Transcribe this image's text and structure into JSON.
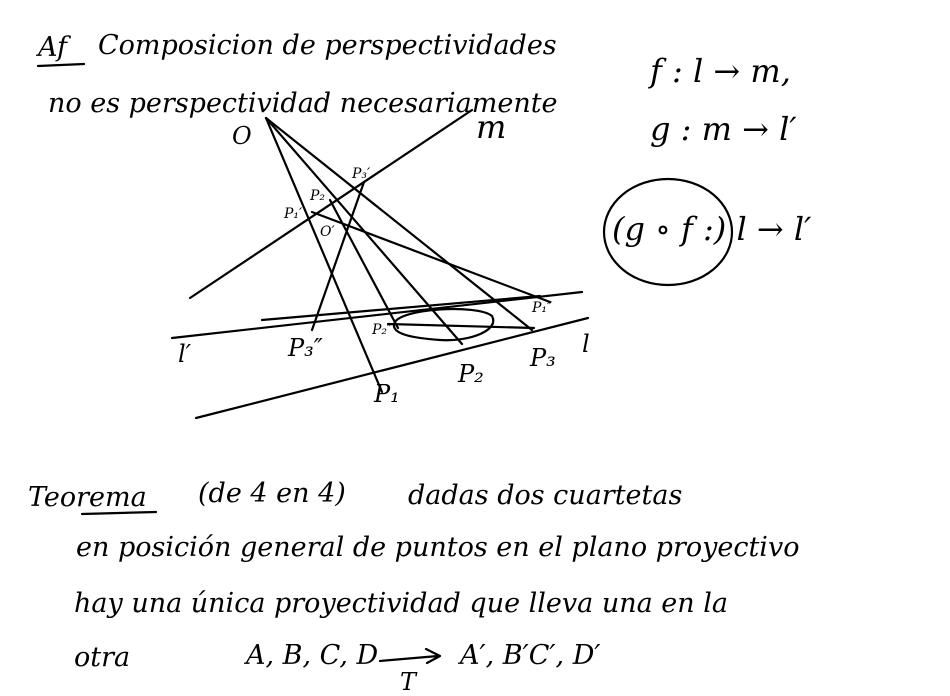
{
  "notes": {
    "title_prefix": "Af",
    "title_rest": "Composicion de perspectividades",
    "title_line2": "no es perspectividad necesariamente",
    "map_f": "f : l → m,",
    "map_g": "g : m → l′",
    "map_composite": "(g ∘ f :) l → l′"
  },
  "figure": {
    "point_O": "O",
    "line_m": "m",
    "line_l_prime": "l′",
    "line_l": "l",
    "P1": "P₁",
    "P2": "P₂",
    "P3": "P₃",
    "P1_prime": "P₁′",
    "P2_prime": "P₂",
    "P3_prime": "P₃′",
    "P3_double": "P₃″",
    "P1_double": "P₁″",
    "P2_double": "P₂″",
    "center_O_prime": "O′"
  },
  "theorem": {
    "heading": "Teorema",
    "paren": "(de 4 en 4)",
    "line1_rest": "dadas dos cuartetas",
    "line2": "en posición general de puntos en el plano proyectivo",
    "line3": "hay una única proyectividad que lleva una en la",
    "line4_word": "otra",
    "source_points": "A, B, C, D",
    "target_points": "A′, B′C′, D′",
    "map_name": "T"
  }
}
